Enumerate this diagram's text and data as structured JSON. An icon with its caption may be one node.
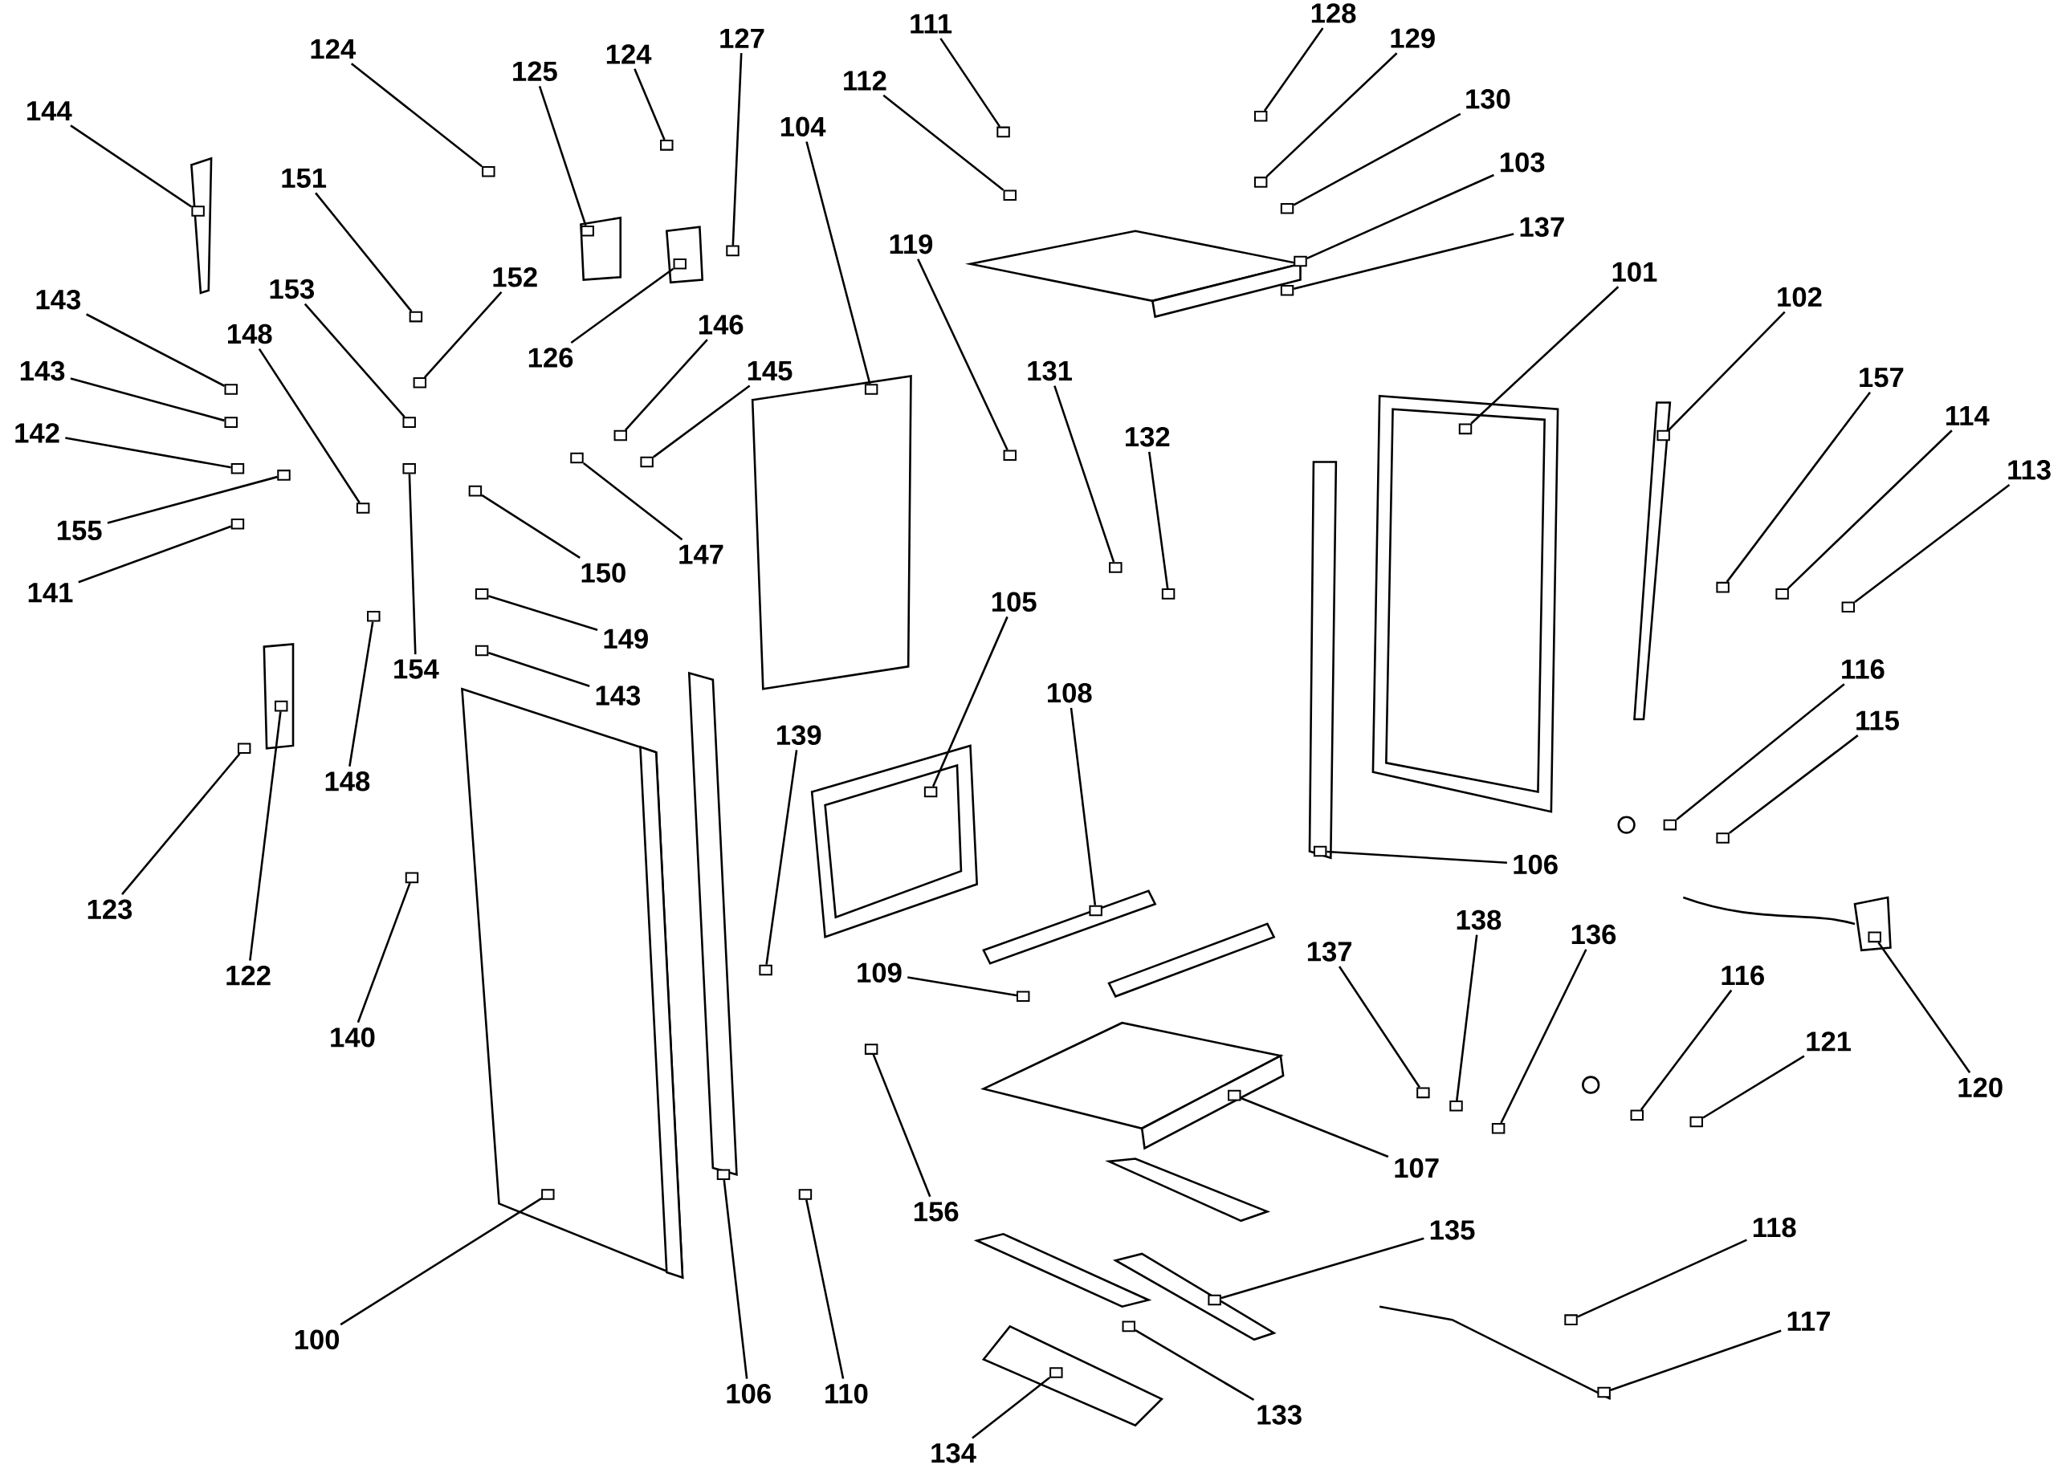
{
  "diagram": {
    "nodes": [
      {
        "text": [
          "144"
        ]
      },
      {
        "text": [
          "124"
        ]
      },
      {
        "text": [
          "125"
        ]
      },
      {
        "text": [
          "124"
        ]
      },
      {
        "text": [
          "127"
        ]
      },
      {
        "text": [
          "111"
        ]
      },
      {
        "text": [
          "112"
        ]
      },
      {
        "text": [
          "128"
        ]
      },
      {
        "text": [
          "129"
        ]
      },
      {
        "text": [
          "130"
        ]
      },
      {
        "text": [
          "104"
        ]
      },
      {
        "text": [
          "103"
        ]
      },
      {
        "text": [
          "137"
        ]
      },
      {
        "text": [
          "151"
        ]
      },
      {
        "text": [
          "152"
        ]
      },
      {
        "text": [
          "126"
        ]
      },
      {
        "text": [
          "146"
        ]
      },
      {
        "text": [
          "145"
        ]
      },
      {
        "text": [
          "119"
        ]
      },
      {
        "text": [
          "101"
        ]
      },
      {
        "text": [
          "102"
        ]
      },
      {
        "text": [
          "143"
        ]
      },
      {
        "text": [
          "153"
        ]
      },
      {
        "text": [
          "148"
        ]
      },
      {
        "text": [
          "143"
        ]
      },
      {
        "text": [
          "131"
        ]
      },
      {
        "text": [
          "132"
        ]
      },
      {
        "text": [
          "157"
        ]
      },
      {
        "text": [
          "114"
        ]
      },
      {
        "text": [
          "113"
        ]
      },
      {
        "text": [
          "142"
        ]
      },
      {
        "text": [
          "155"
        ]
      },
      {
        "text": [
          "150"
        ]
      },
      {
        "text": [
          "147"
        ]
      },
      {
        "text": [
          "141"
        ]
      },
      {
        "text": [
          "149"
        ]
      },
      {
        "text": [
          "154"
        ]
      },
      {
        "text": [
          "143"
        ]
      },
      {
        "text": [
          "148"
        ]
      },
      {
        "text": [
          "105"
        ]
      },
      {
        "text": [
          "108"
        ]
      },
      {
        "text": [
          "116"
        ]
      },
      {
        "text": [
          "115"
        ]
      },
      {
        "text": [
          "139"
        ]
      },
      {
        "text": [
          "106"
        ]
      },
      {
        "text": [
          "123"
        ]
      },
      {
        "text": [
          "122"
        ]
      },
      {
        "text": [
          "140"
        ]
      },
      {
        "text": [
          "109"
        ]
      },
      {
        "text": [
          "138"
        ]
      },
      {
        "text": [
          "137"
        ]
      },
      {
        "text": [
          "136"
        ]
      },
      {
        "text": [
          "116"
        ]
      },
      {
        "text": [
          "121"
        ]
      },
      {
        "text": [
          "120"
        ]
      },
      {
        "text": [
          "156"
        ]
      },
      {
        "text": [
          "107"
        ]
      },
      {
        "text": [
          "135"
        ]
      },
      {
        "text": [
          "118"
        ]
      },
      {
        "text": [
          "117"
        ]
      },
      {
        "text": [
          "100"
        ]
      },
      {
        "text": [
          "106"
        ]
      },
      {
        "text": [
          "110"
        ]
      },
      {
        "text": [
          "133"
        ]
      },
      {
        "text": [
          "134"
        ]
      },
      {
        "text": [],
        "shape": "box"
      },
      {
        "text": [],
        "shape": "box"
      },
      {
        "text": [],
        "shape": "box"
      },
      {
        "text": [],
        "shape": "box"
      },
      {
        "text": [],
        "shape": "box"
      },
      {
        "text": [],
        "shape": "box"
      },
      {
        "text": [],
        "shape": "box"
      },
      {
        "text": [],
        "shape": "box"
      },
      {
        "text": [],
        "shape": "box"
      },
      {
        "text": [],
        "shape": "box"
      },
      {
        "text": [],
        "shape": "box"
      },
      {
        "text": [],
        "shape": "box"
      },
      {
        "text": [],
        "shape": "box"
      },
      {
        "text": [],
        "shape": "box"
      },
      {
        "text": [],
        "shape": "box"
      },
      {
        "text": [],
        "shape": "box"
      },
      {
        "text": [],
        "shape": "box"
      },
      {
        "text": [],
        "shape": "box"
      },
      {
        "text": [],
        "shape": "box"
      },
      {
        "text": [],
        "shape": "box"
      },
      {
        "text": [],
        "shape": "box"
      },
      {
        "text": [],
        "shape": "box"
      },
      {
        "text": [],
        "shape": "box"
      },
      {
        "text": [],
        "shape": "box"
      },
      {
        "text": [],
        "shape": "box"
      },
      {
        "text": [],
        "shape": "box"
      },
      {
        "text": [],
        "shape": "box"
      },
      {
        "text": [],
        "shape": "box"
      },
      {
        "text": [],
        "shape": "box"
      },
      {
        "text": [],
        "shape": "box"
      },
      {
        "text": [],
        "shape": "box"
      },
      {
        "text": [],
        "shape": "box"
      },
      {
        "text": [],
        "shape": "box"
      },
      {
        "text": [],
        "shape": "box"
      },
      {
        "text": [],
        "shape": "box"
      },
      {
        "text": [],
        "shape": "box"
      },
      {
        "text": [],
        "shape": "box"
      },
      {
        "text": [],
        "shape": "box"
      },
      {
        "text": [],
        "shape": "box"
      },
      {
        "text": [],
        "shape": "box"
      },
      {
        "text": [],
        "shape": "box"
      },
      {
        "text": [],
        "shape": "box"
      },
      {
        "text": [],
        "shape": "box"
      },
      {
        "text": [],
        "shape": "box"
      },
      {
        "text": [],
        "shape": "box"
      },
      {
        "text": [],
        "shape": "box"
      },
      {
        "text": [],
        "shape": "box"
      },
      {
        "text": [],
        "shape": "box"
      },
      {
        "text": [],
        "shape": "box"
      },
      {
        "text": [],
        "shape": "box"
      },
      {
        "text": [],
        "shape": "box"
      },
      {
        "text": [],
        "shape": "box"
      },
      {
        "text": [],
        "shape": "box"
      },
      {
        "text": [],
        "shape": "box"
      },
      {
        "text": [],
        "shape": "box"
      },
      {
        "text": [],
        "shape": "box"
      },
      {
        "text": [],
        "shape": "box"
      },
      {
        "text": [],
        "shape": "box"
      },
      {
        "text": [],
        "shape": "box"
      },
      {
        "text": [],
        "shape": "box"
      },
      {
        "text": [],
        "shape": "box"
      },
      {
        "text": [],
        "shape": "box"
      },
      {
        "text": [],
        "shape": "box"
      },
      {
        "text": [],
        "shape": "box"
      },
      {
        "text": [],
        "shape": "box"
      }
    ],
    "edges": [
      {
        "from": 0,
        "to": 65,
        "arrow": "none"
      },
      {
        "from": 1,
        "to": 66,
        "arrow": "none"
      },
      {
        "from": 2,
        "to": 67,
        "arrow": "none"
      },
      {
        "from": 3,
        "to": 68,
        "arrow": "none"
      },
      {
        "from": 4,
        "to": 69,
        "arrow": "none"
      },
      {
        "from": 5,
        "to": 70,
        "arrow": "none"
      },
      {
        "from": 6,
        "to": 71,
        "arrow": "none"
      },
      {
        "from": 7,
        "to": 72,
        "arrow": "none"
      },
      {
        "from": 8,
        "to": 73,
        "arrow": "none"
      },
      {
        "from": 9,
        "to": 74,
        "arrow": "none"
      },
      {
        "from": 10,
        "to": 75,
        "arrow": "none"
      },
      {
        "from": 11,
        "to": 76,
        "arrow": "none"
      },
      {
        "from": 12,
        "to": 77,
        "arrow": "none"
      },
      {
        "from": 13,
        "to": 78,
        "arrow": "none"
      },
      {
        "from": 14,
        "to": 79,
        "arrow": "none"
      },
      {
        "from": 15,
        "to": 80,
        "arrow": "none"
      },
      {
        "from": 16,
        "to": 81,
        "arrow": "none"
      },
      {
        "from": 17,
        "to": 82,
        "arrow": "none"
      },
      {
        "from": 18,
        "to": 83,
        "arrow": "none"
      },
      {
        "from": 19,
        "to": 84,
        "arrow": "none"
      },
      {
        "from": 20,
        "to": 85,
        "arrow": "none"
      },
      {
        "from": 21,
        "to": 86,
        "arrow": "none"
      },
      {
        "from": 22,
        "to": 87,
        "arrow": "none"
      },
      {
        "from": 23,
        "to": 88,
        "arrow": "none"
      },
      {
        "from": 24,
        "to": 89,
        "arrow": "none"
      },
      {
        "from": 25,
        "to": 90,
        "arrow": "none"
      },
      {
        "from": 26,
        "to": 91,
        "arrow": "none"
      },
      {
        "from": 27,
        "to": 92,
        "arrow": "none"
      },
      {
        "from": 28,
        "to": 93,
        "arrow": "none"
      },
      {
        "from": 29,
        "to": 94,
        "arrow": "none"
      },
      {
        "from": 30,
        "to": 95,
        "arrow": "none"
      },
      {
        "from": 31,
        "to": 96,
        "arrow": "none"
      },
      {
        "from": 32,
        "to": 97,
        "arrow": "none"
      },
      {
        "from": 33,
        "to": 98,
        "arrow": "none"
      },
      {
        "from": 34,
        "to": 99,
        "arrow": "none"
      },
      {
        "from": 35,
        "to": 100,
        "arrow": "none"
      },
      {
        "from": 36,
        "to": 101,
        "arrow": "none"
      },
      {
        "from": 37,
        "to": 102,
        "arrow": "none"
      },
      {
        "from": 38,
        "to": 103,
        "arrow": "none"
      },
      {
        "from": 39,
        "to": 104,
        "arrow": "none"
      },
      {
        "from": 40,
        "to": 105,
        "arrow": "none"
      },
      {
        "from": 41,
        "to": 106,
        "arrow": "none"
      },
      {
        "from": 42,
        "to": 107,
        "arrow": "none"
      },
      {
        "from": 43,
        "to": 108,
        "arrow": "none"
      },
      {
        "from": 44,
        "to": 109,
        "arrow": "none"
      },
      {
        "from": 45,
        "to": 110,
        "arrow": "none"
      },
      {
        "from": 46,
        "to": 111,
        "arrow": "none"
      },
      {
        "from": 47,
        "to": 112,
        "arrow": "none"
      },
      {
        "from": 48,
        "to": 113,
        "arrow": "none"
      },
      {
        "from": 49,
        "to": 114,
        "arrow": "none"
      },
      {
        "from": 50,
        "to": 115,
        "arrow": "none"
      },
      {
        "from": 51,
        "to": 116,
        "arrow": "none"
      },
      {
        "from": 52,
        "to": 117,
        "arrow": "none"
      },
      {
        "from": 53,
        "to": 118,
        "arrow": "none"
      },
      {
        "from": 54,
        "to": 119,
        "arrow": "none"
      },
      {
        "from": 55,
        "to": 120,
        "arrow": "none"
      },
      {
        "from": 56,
        "to": 121,
        "arrow": "none"
      },
      {
        "from": 57,
        "to": 122,
        "arrow": "none"
      },
      {
        "from": 58,
        "to": 123,
        "arrow": "none"
      },
      {
        "from": 59,
        "to": 124,
        "arrow": "none"
      },
      {
        "from": 60,
        "to": 125,
        "arrow": "none"
      },
      {
        "from": 61,
        "to": 126,
        "arrow": "none"
      },
      {
        "from": 62,
        "to": 127,
        "arrow": "none"
      },
      {
        "from": 63,
        "to": 128,
        "arrow": "none"
      },
      {
        "from": 64,
        "to": 129,
        "arrow": "none"
      }
    ]
  }
}
